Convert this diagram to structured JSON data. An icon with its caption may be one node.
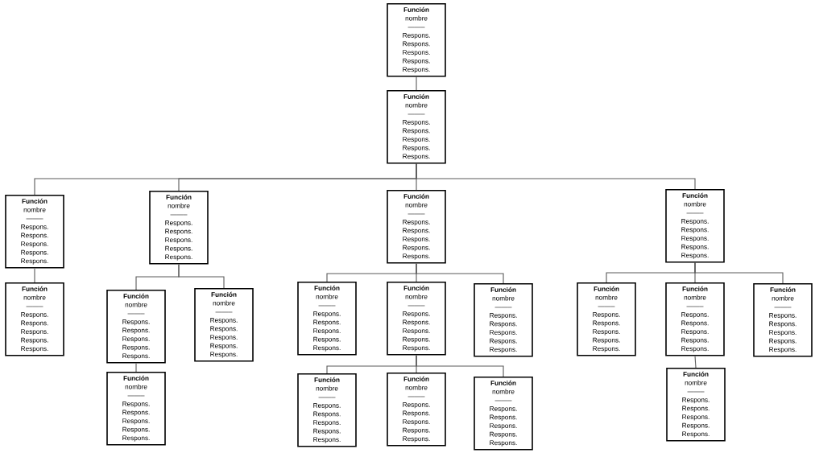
{
  "diagram": {
    "nodes": [
      {
        "text": [
          "Función",
          "nombre",
          "——–",
          "Respons.",
          "Respons.",
          "Respons.",
          "Respons.",
          "Respons."
        ]
      },
      {
        "text": [
          "Función",
          "nombre",
          "——–",
          "Respons.",
          "Respons.",
          "Respons.",
          "Respons.",
          "Respons."
        ]
      },
      {
        "text": [
          "Función",
          "nombre",
          "——–",
          "Respons.",
          "Respons.",
          "Respons.",
          "Respons.",
          "Respons."
        ]
      },
      {
        "text": [
          "Función",
          "nombre",
          "——–",
          "Respons.",
          "Respons.",
          "Respons.",
          "Respons.",
          "Respons."
        ]
      },
      {
        "text": [
          "Función",
          "nombre",
          "——–",
          "Respons.",
          "Respons.",
          "Respons.",
          "Respons.",
          "Respons."
        ]
      },
      {
        "text": [
          "Función",
          "nombre",
          "——–",
          "Respons.",
          "Respons.",
          "Respons.",
          "Respons.",
          "Respons."
        ]
      },
      {
        "text": [
          "Función",
          "nombre",
          "——–",
          "Respons.",
          "Respons.",
          "Respons.",
          "Respons.",
          "Respons."
        ]
      },
      {
        "text": [
          "Función",
          "nombre",
          "——–",
          "Respons.",
          "Respons.",
          "Respons.",
          "Respons.",
          "Respons."
        ]
      },
      {
        "text": [
          "Función",
          "nombre",
          "——–",
          "Respons.",
          "Respons.",
          "Respons.",
          "Respons.",
          "Respons."
        ]
      },
      {
        "text": [
          "Función",
          "nombre",
          "——–",
          "Respons.",
          "Respons.",
          "Respons.",
          "Respons.",
          "Respons."
        ]
      },
      {
        "text": [
          "Función",
          "nombre",
          "——–",
          "Respons.",
          "Respons.",
          "Respons.",
          "Respons.",
          "Respons."
        ]
      },
      {
        "text": [
          "Función",
          "nombre",
          "——–",
          "Respons.",
          "Respons.",
          "Respons.",
          "Respons.",
          "Respons."
        ]
      },
      {
        "text": [
          "Función",
          "nombre",
          "——–",
          "Respons.",
          "Respons.",
          "Respons.",
          "Respons.",
          "Respons."
        ]
      },
      {
        "text": [
          "Función",
          "nombre",
          "——–",
          "Respons.",
          "Respons.",
          "Respons.",
          "Respons.",
          "Respons."
        ]
      },
      {
        "text": [
          "Función",
          "nombre",
          "——–",
          "Respons.",
          "Respons.",
          "Respons.",
          "Respons.",
          "Respons."
        ]
      },
      {
        "text": [
          "Función",
          "nombre",
          "——–",
          "Respons.",
          "Respons.",
          "Respons.",
          "Respons.",
          "Respons."
        ]
      },
      {
        "text": [
          "Función",
          "nombre",
          "——–",
          "Respons.",
          "Respons.",
          "Respons.",
          "Respons.",
          "Respons."
        ]
      },
      {
        "text": [
          "Función",
          "nombre",
          "——–",
          "Respons.",
          "Respons.",
          "Respons.",
          "Respons.",
          "Respons."
        ]
      },
      {
        "text": [
          "Función",
          "nombre",
          "——–",
          "Respons.",
          "Respons.",
          "Respons.",
          "Respons.",
          "Respons."
        ]
      },
      {
        "text": [
          "Función",
          "nombre",
          "——–",
          "Respons.",
          "Respons.",
          "Respons.",
          "Respons.",
          "Respons."
        ]
      }
    ],
    "edges": [
      {
        "from": 0,
        "to": 1,
        "arrow": "none"
      },
      {
        "from": 1,
        "to": 2,
        "arrow": "none"
      },
      {
        "from": 1,
        "to": 3,
        "arrow": "none"
      },
      {
        "from": 1,
        "to": 4,
        "arrow": "none"
      },
      {
        "from": 1,
        "to": 5,
        "arrow": "none"
      },
      {
        "from": 2,
        "to": 6,
        "arrow": "none"
      },
      {
        "from": 3,
        "to": 7,
        "arrow": "none"
      },
      {
        "from": 3,
        "to": 8,
        "arrow": "none"
      },
      {
        "from": 4,
        "to": 9,
        "arrow": "none"
      },
      {
        "from": 4,
        "to": 10,
        "arrow": "none"
      },
      {
        "from": 4,
        "to": 11,
        "arrow": "none"
      },
      {
        "from": 5,
        "to": 12,
        "arrow": "none"
      },
      {
        "from": 5,
        "to": 13,
        "arrow": "none"
      },
      {
        "from": 5,
        "to": 14,
        "arrow": "none"
      },
      {
        "from": 7,
        "to": 15,
        "arrow": "none"
      },
      {
        "from": 10,
        "to": 16,
        "arrow": "none"
      },
      {
        "from": 10,
        "to": 17,
        "arrow": "none"
      },
      {
        "from": 10,
        "to": 18,
        "arrow": "none"
      },
      {
        "from": 13,
        "to": 19,
        "arrow": "none"
      }
    ]
  }
}
